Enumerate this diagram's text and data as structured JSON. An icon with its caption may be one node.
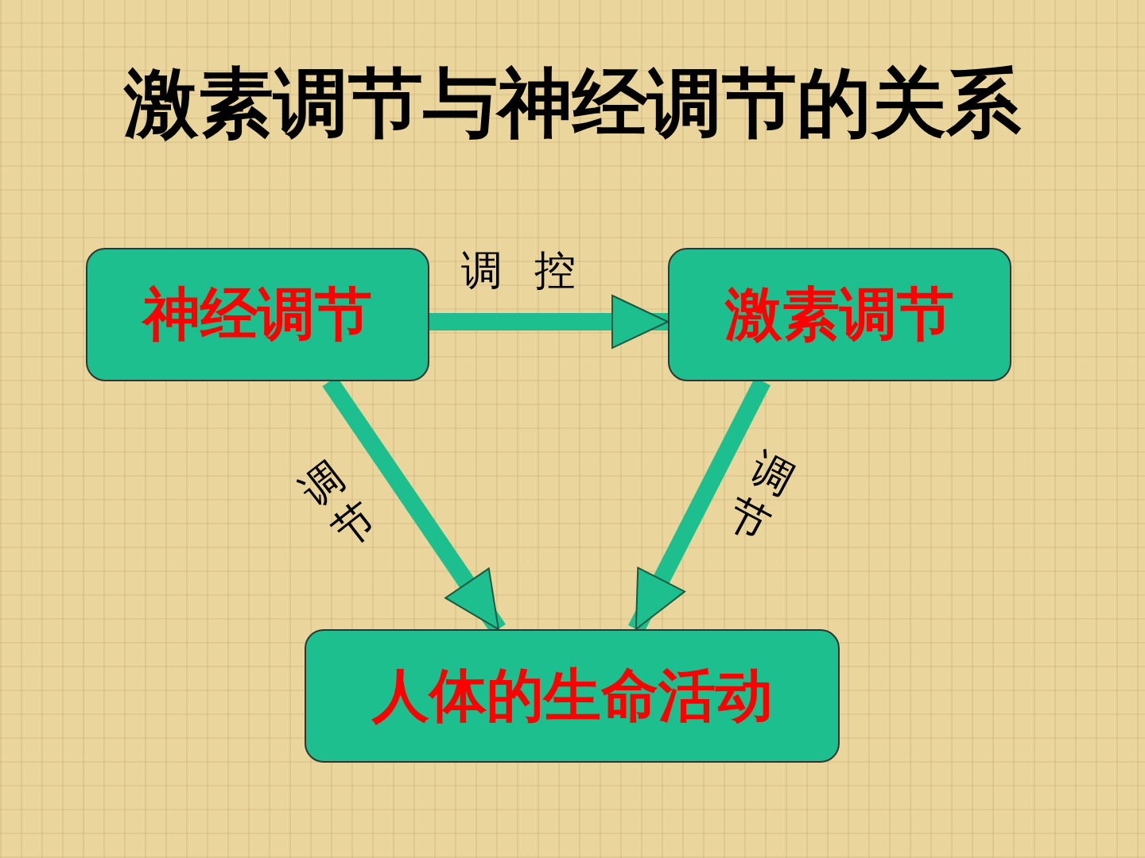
{
  "diagram": {
    "title": "激素调节与神经调节的关系",
    "nodes": [
      {
        "text": [
          "神经调节"
        ]
      },
      {
        "text": [
          "激素调节"
        ]
      },
      {
        "text": [
          "人体的生命活动"
        ]
      }
    ],
    "edges": [
      {
        "from": 0,
        "to": 1,
        "arrow": "to",
        "label": "调控"
      },
      {
        "from": 0,
        "to": 2,
        "arrow": "to",
        "label": "调节"
      },
      {
        "from": 1,
        "to": 2,
        "arrow": "to",
        "label": "调节"
      }
    ]
  }
}
